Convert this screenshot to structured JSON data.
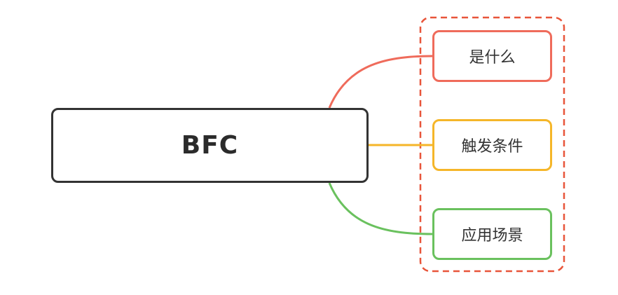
{
  "root": {
    "label": "BFC"
  },
  "branches": [
    {
      "label": "是什么",
      "color": "#ef6b5b"
    },
    {
      "label": "触发条件",
      "color": "#f5b629"
    },
    {
      "label": "应用场景",
      "color": "#6ac15e"
    }
  ],
  "colors": {
    "root_border": "#333333",
    "group_border": "#e8553a"
  }
}
